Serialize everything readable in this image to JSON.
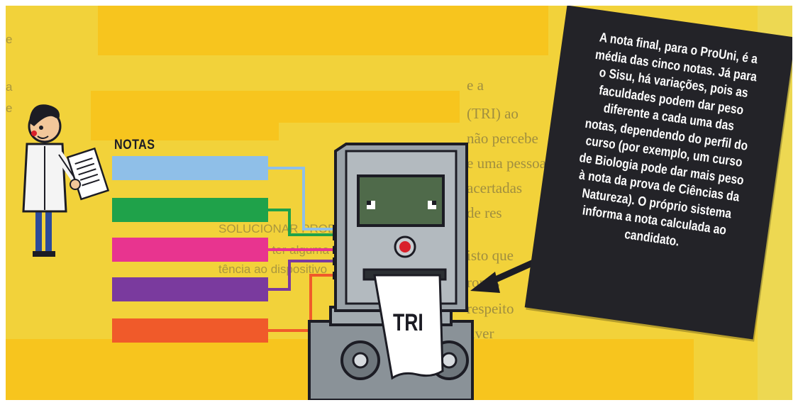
{
  "notes_label": "NOTAS",
  "callout_text": "A nota final, para o ProUni, é a média das cinco notas. Já para o Sisu, há variações, pois as faculdades podem dar peso diferente a cada uma das notas, dependendo do perfil do curso (por exemplo, um curso de Biologia pode dar mais peso à nota da prova de Ciências da Natureza). O próprio sistema informa a nota calculada ao candidato.",
  "machine_label": "TRI",
  "score_bars": [
    {
      "color": "#8fbfe8"
    },
    {
      "color": "#1fa24a"
    },
    {
      "color": "#e8348f"
    },
    {
      "color": "#7a3a9e"
    },
    {
      "color": "#f05a2a"
    }
  ],
  "colors": {
    "background_yellow": "#f2d23a",
    "highlight_yellow": "#f7c51e",
    "machine_gray": "#8a9298",
    "screen_green": "#4f6a4a",
    "callout_black": "#232328",
    "red_light": "#d9202a"
  },
  "icons": [
    "doctor-figure",
    "clipboard-icon",
    "robot-machine",
    "red-button-icon",
    "speaker-icon",
    "arrow-icon"
  ]
}
